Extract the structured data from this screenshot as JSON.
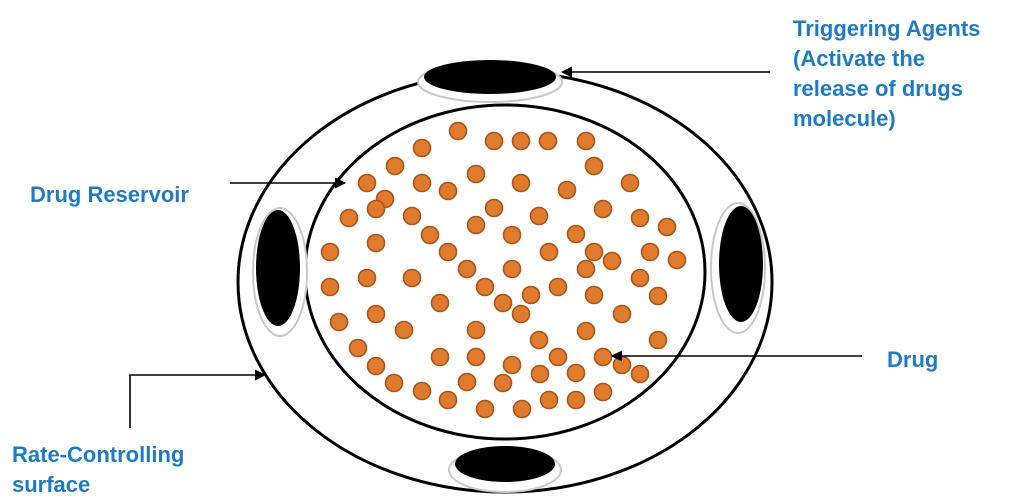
{
  "labels": {
    "triggering_agents": "Triggering Agents\n(Activate the\nrelease of drugs\nmolecule)",
    "drug_reservoir": "Drug Reservoir",
    "drug": "Drug",
    "rate_controlling": "Rate-Controlling\nsurface"
  },
  "colors": {
    "label_text": "#1F7BC4",
    "drug_fill": "#E07B2E",
    "drug_stroke": "#A8541A",
    "outline": "#000000",
    "agent_fill": "#000000"
  }
}
